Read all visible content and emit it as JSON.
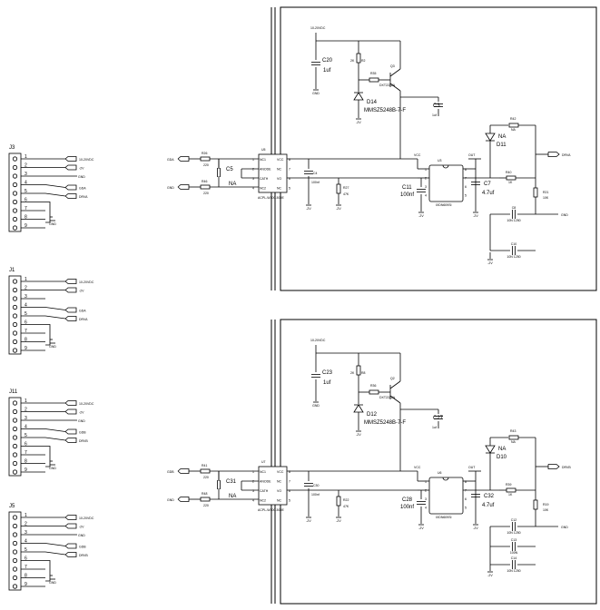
{
  "connectors": [
    {
      "ref": "J3",
      "pins": [
        "1",
        "2",
        "3",
        "4",
        "5",
        "6",
        "7",
        "8",
        "9"
      ],
      "nets": [
        "10-20VDC",
        "-2V",
        "GND",
        "GDA",
        "DRVA",
        "GND"
      ]
    },
    {
      "ref": "J1",
      "pins": [
        "1",
        "2",
        "3",
        "4",
        "5",
        "6",
        "7",
        "8",
        "9"
      ],
      "nets": [
        "10-20VDC",
        "-2V",
        "",
        "GDA",
        "DRVA",
        "GND"
      ]
    },
    {
      "ref": "J11",
      "pins": [
        "1",
        "2",
        "3",
        "4",
        "5",
        "6",
        "7",
        "8",
        "9"
      ],
      "nets": [
        "10-20VDC",
        "-2V",
        "GND",
        "GDB",
        "DRVB",
        "GND"
      ]
    },
    {
      "ref": "J5",
      "pins": [
        "1",
        "2",
        "3",
        "4",
        "5",
        "6",
        "7",
        "8",
        "9"
      ],
      "nets": [
        "10-20VDC",
        "-2V",
        "GND",
        "GDB",
        "DRVB",
        "GND"
      ]
    }
  ],
  "blocks": [
    {
      "in_nets": [
        "GDA",
        "GND"
      ],
      "out_net": "DRVA",
      "supply": "10-20VDC",
      "neg": "-2V",
      "gnd": "GND",
      "opto": {
        "ref": "U5",
        "pins_left": [
          "NC1",
          "ANODE",
          "CATH",
          "NC2"
        ],
        "pins_right": [
          "VCC",
          "NC",
          "VO",
          "NC"
        ],
        "num_left": [
          "1",
          "2",
          "3",
          "4"
        ],
        "num_right": [
          "8",
          "7",
          "6",
          "5"
        ],
        "part": "ACPL-W300-500E"
      },
      "r_in1": {
        "ref": "R26",
        "val": "220"
      },
      "r_in2": {
        "ref": "R46",
        "val": "220"
      },
      "c_in": {
        "ref": "C5",
        "val": "NA"
      },
      "c_vcc": {
        "ref": "C4",
        "val": "100nf"
      },
      "r_vo": {
        "ref": "R27",
        "val": "47K"
      },
      "cap_top": {
        "ref": "C20",
        "val": "1uf"
      },
      "r_base": {
        "ref": "R2",
        "val": "2K"
      },
      "r_ser": {
        "ref": "R35",
        "val": "1K"
      },
      "transistor": {
        "ref": "Q3",
        "part": "DXT2222A"
      },
      "zener": {
        "ref": "D14",
        "part": "MMSZ5248B-7-F"
      },
      "cap_emit": {
        "ref": "C3",
        "val": "1uf"
      },
      "driver": {
        "ref": "U3",
        "part": "IXDN609SI",
        "pins_left": [
          "1",
          "2",
          "3",
          "4"
        ],
        "pins_right": [
          "8",
          "7",
          "6",
          "5"
        ],
        "vcc": "VCC",
        "out": "OUT"
      },
      "c_drv": {
        "ref": "C11",
        "val": "100nf"
      },
      "c_out": {
        "ref": "C7",
        "val": "4.7uf"
      },
      "r_fb": {
        "ref": "R42",
        "val": "NA"
      },
      "diode": {
        "ref": "D11",
        "val": "NA"
      },
      "r_gate": {
        "ref": "R40",
        "val": "1K"
      },
      "r_pd": {
        "ref": "R21",
        "val": "10K"
      },
      "c_a": {
        "ref": "C8",
        "val": "10N 1250"
      },
      "c_b": {
        "ref": "C10",
        "val": "10N 1250"
      }
    },
    {
      "in_nets": [
        "GDB",
        "GND"
      ],
      "out_net": "DRVB",
      "supply": "10-20VDC",
      "neg": "-2V",
      "gnd": "GND",
      "opto": {
        "ref": "U7",
        "pins_left": [
          "NC1",
          "ANODE",
          "CATH",
          "NC2"
        ],
        "pins_right": [
          "VCC",
          "NC",
          "VO",
          "NC"
        ],
        "num_left": [
          "1",
          "2",
          "3",
          "4"
        ],
        "num_right": [
          "8",
          "7",
          "6",
          "5"
        ],
        "part": "ACPL-W300-500E"
      },
      "r_in1": {
        "ref": "R41",
        "val": "220"
      },
      "r_in2": {
        "ref": "R48",
        "val": "220"
      },
      "c_in": {
        "ref": "C31",
        "val": "NA"
      },
      "c_vcc": {
        "ref": "C30",
        "val": "100nf"
      },
      "r_vo": {
        "ref": "R22",
        "val": "47K"
      },
      "cap_top": {
        "ref": "C23",
        "val": "1uf"
      },
      "r_base": {
        "ref": "R8",
        "val": "2K"
      },
      "r_ser": {
        "ref": "R36",
        "val": "1K"
      },
      "transistor": {
        "ref": "Q2",
        "part": "DXT2222A"
      },
      "zener": {
        "ref": "D12",
        "part": "MMSZ5248B-7-F"
      },
      "cap_emit": {
        "ref": "C27",
        "val": "1uf"
      },
      "driver": {
        "ref": "U6",
        "part": "IXDN609SI",
        "pins_left": [
          "1",
          "2",
          "3",
          "4"
        ],
        "pins_right": [
          "8",
          "7",
          "6",
          "5"
        ],
        "vcc": "VCC",
        "out": "OUT"
      },
      "c_drv": {
        "ref": "C28",
        "val": "100nf"
      },
      "c_out": {
        "ref": "C32",
        "val": "4.7uf"
      },
      "r_fb": {
        "ref": "R43",
        "val": "NA"
      },
      "diode": {
        "ref": "D10",
        "val": "NA"
      },
      "r_gate": {
        "ref": "R39",
        "val": "1K"
      },
      "r_pd": {
        "ref": "R19",
        "val": "10K"
      },
      "c_a": {
        "ref": "C12",
        "val": "10N 1250"
      },
      "c_b": {
        "ref": "C13",
        "val": "100N"
      },
      "c_c": {
        "ref": "C14",
        "val": "10N 1250"
      }
    }
  ]
}
